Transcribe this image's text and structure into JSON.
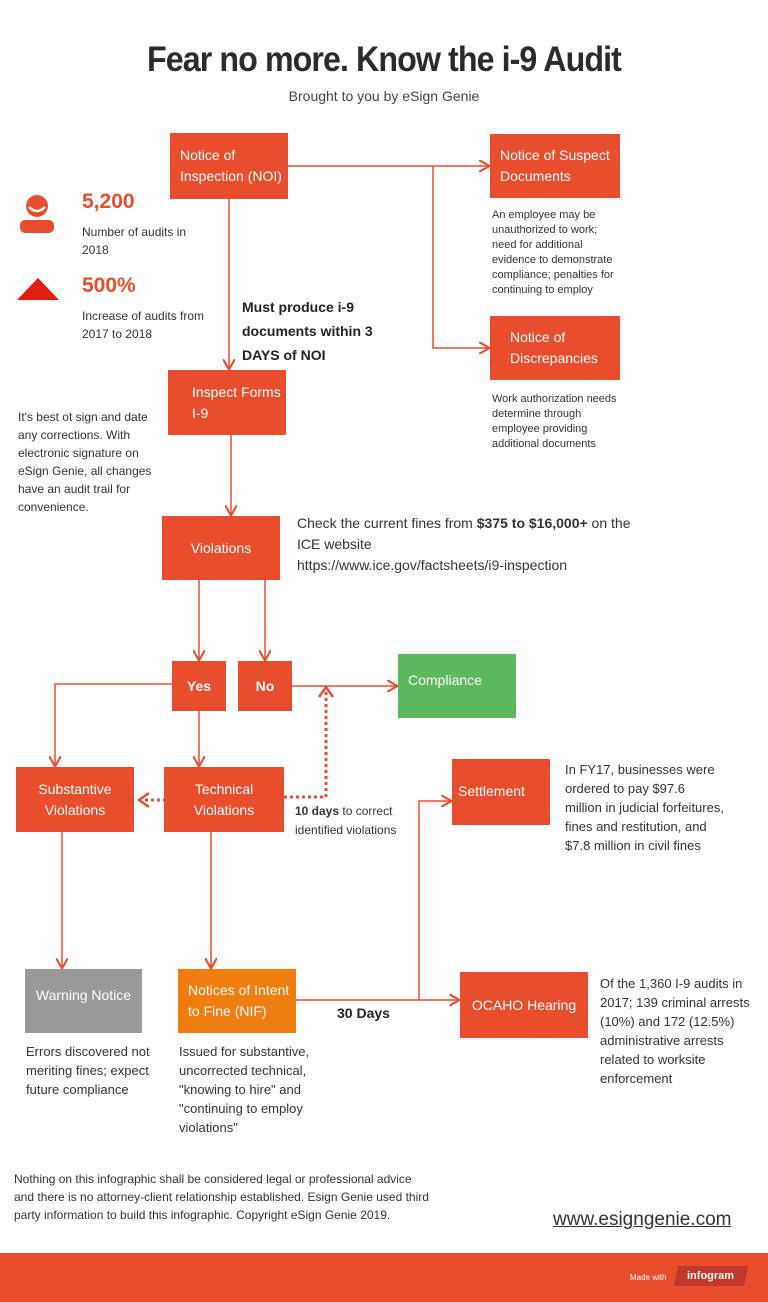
{
  "header": {
    "title": "Fear no more. Know the i-9 Audit",
    "subtitle": "Brought to you by eSign Genie"
  },
  "stats": [
    {
      "icon": "person-icon",
      "value": "5,200",
      "label": "Number of audits in 2018"
    },
    {
      "icon": "triangle-up-icon",
      "value": "500%",
      "label": "Increase of audits from 2017 to 2018"
    }
  ],
  "nodes": {
    "noi": "Notice of Inspection (NOI)",
    "suspect_docs": "Notice of Suspect Documents",
    "discrepancies": "Notice of Discrepancies",
    "inspect": "Inspect Forms I-9",
    "violations": "Violations",
    "yes": "Yes",
    "no": "No",
    "compliance": "Compliance",
    "substantive": "Substantive Violations",
    "technical": "Technical Violations",
    "settlement": "Settlement",
    "warning": "Warning Notice",
    "nif": "Notices of Intent to Fine (NIF)",
    "ocaho": "OCAHO Hearing"
  },
  "notes": {
    "suspect_docs": "An employee may be unauthorized to work; need for additional evidence to demonstrate compliance; penalties for continuing to employ",
    "discrepancies": "Work authorization needs determine through employee providing additional documents",
    "must_produce": "Must produce i-9 documents within 3 DAYS of NOI",
    "sign_date": "It's best ot sign and date any corrections. With electronic signature on eSign Genie, all changes have an audit trail for convenience.",
    "fines_pre": "Check the current fines from ",
    "fines_bold": "$375 to $16,000+",
    "fines_post": " on the ICE website",
    "fines_url": "https://www.ice.gov/factsheets/i9-inspection",
    "ten_days_bold": "10 days",
    "ten_days_rest": " to correct identified violations",
    "settlement": "In FY17, businesses were ordered to pay $97.6 million in judicial forfeitures, fines and restitution, and $7.8 million in civil fines",
    "thirty_days": "30 Days",
    "ocaho": "Of the 1,360 I-9 audits in 2017; 139 criminal arrests (10%) and 172 (12.5%) administrative arrests related to worksite enforcement",
    "warning": "Errors discovered not meriting fines; expect future compliance",
    "nif": "Issued for substantive, uncorrected technical, \"knowing to hire\" and \"continuing to employ violations\""
  },
  "footer": {
    "disclaimer": "Nothing on this infographic shall be considered legal or professional advice and there is no attorney-client relationship established. Esign Genie used third party information to build this infographic. Copyright eSign Genie 2019.",
    "url": "www.esigngenie.com",
    "made_with": "Made with",
    "brand": "infogram"
  },
  "colors": {
    "primary": "#e84e2e",
    "compliance": "#5cb85c",
    "warning": "#999999",
    "nif": "#ef7d0f"
  }
}
